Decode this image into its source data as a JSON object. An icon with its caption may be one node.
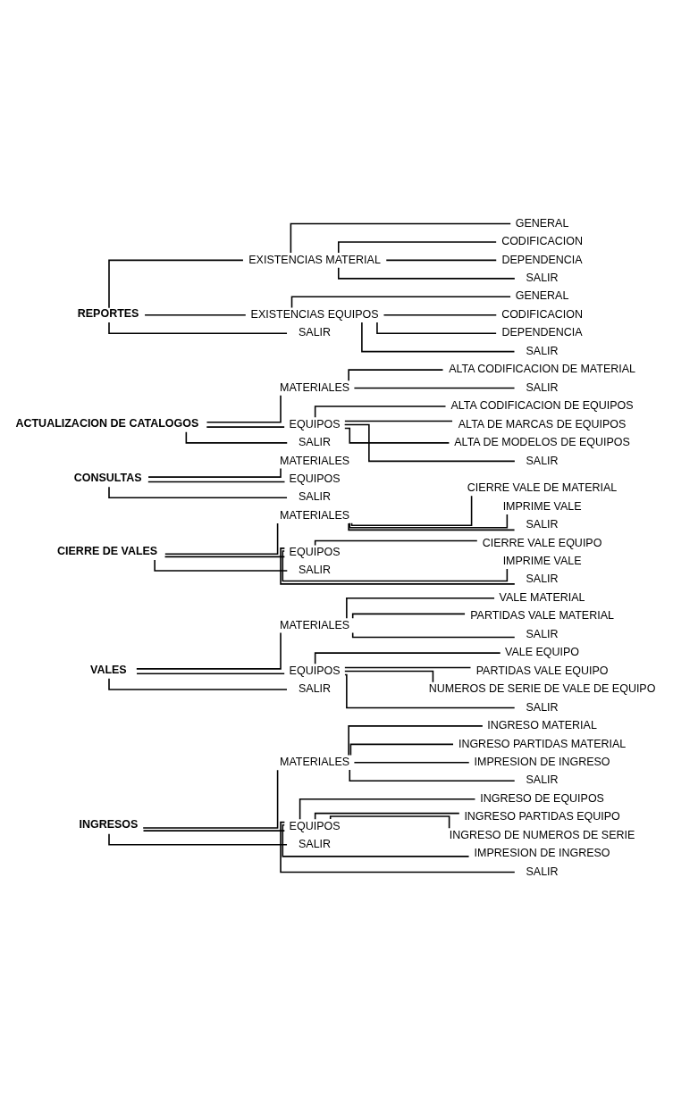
{
  "diagram": {
    "nodes": [
      {
        "text": [
          "INGRESOS"
        ]
      },
      {
        "text": [
          "MATERIALES"
        ]
      },
      {
        "text": [
          "INGRESO MATERIAL"
        ]
      },
      {
        "text": [
          "INGRESO PARTIDAS MATERIAL"
        ]
      },
      {
        "text": [
          "IMPRESION DE INGRESO"
        ]
      },
      {
        "text": [
          "SALIR"
        ]
      },
      {
        "text": [
          "EQUIPOS"
        ]
      },
      {
        "text": [
          "INGRESO DE EQUIPOS"
        ]
      },
      {
        "text": [
          "INGRESO PARTIDAS EQUIPO"
        ]
      },
      {
        "text": [
          "INGRESO DE NUMEROS DE SERIE"
        ]
      },
      {
        "text": [
          "IMPRESION DE INGRESO"
        ]
      },
      {
        "text": [
          "SALIR"
        ]
      },
      {
        "text": [
          "SALIR"
        ]
      },
      {
        "text": [
          "VALES"
        ]
      },
      {
        "text": [
          "MATERIALES"
        ]
      },
      {
        "text": [
          "VALE MATERIAL"
        ]
      },
      {
        "text": [
          "PARTIDAS VALE MATERIAL"
        ]
      },
      {
        "text": [
          "SALIR"
        ]
      },
      {
        "text": [
          "EQUIPOS"
        ]
      },
      {
        "text": [
          "VALE EQUIPO"
        ]
      },
      {
        "text": [
          "PARTIDAS VALE EQUIPO"
        ]
      },
      {
        "text": [
          "NUMEROS DE SERIE DE VALE DE EQUIPO"
        ]
      },
      {
        "text": [
          "SALIR"
        ]
      },
      {
        "text": [
          "SALIR"
        ]
      },
      {
        "text": [
          "CIERRE DE VALES"
        ]
      },
      {
        "text": [
          "MATERIALES"
        ]
      },
      {
        "text": [
          "CIERRE VALE DE MATERIAL"
        ]
      },
      {
        "text": [
          "IMPRIME VALE"
        ]
      },
      {
        "text": [
          "SALIR"
        ]
      },
      {
        "text": [
          "EQUIPOS"
        ]
      },
      {
        "text": [
          "CIERRE VALE EQUIPO"
        ]
      },
      {
        "text": [
          "IMPRIME VALE"
        ]
      },
      {
        "text": [
          "SALIR"
        ]
      },
      {
        "text": [
          "SALIR"
        ]
      },
      {
        "text": [
          "CONSULTAS"
        ]
      },
      {
        "text": [
          "MATERIALES"
        ]
      },
      {
        "text": [
          "EQUIPOS"
        ]
      },
      {
        "text": [
          "SALIR"
        ]
      },
      {
        "text": [
          "ACTUALIZACION DE CATALOGOS"
        ]
      },
      {
        "text": [
          "MATERIALES"
        ]
      },
      {
        "text": [
          "ALTA CODIFICACION DE MATERIAL"
        ]
      },
      {
        "text": [
          "SALIR"
        ]
      },
      {
        "text": [
          "EQUIPOS"
        ]
      },
      {
        "text": [
          "ALTA CODIFICACION DE EQUIPOS"
        ]
      },
      {
        "text": [
          "ALTA DE MARCAS DE EQUIPOS"
        ]
      },
      {
        "text": [
          "ALTA DE MODELOS DE EQUIPOS"
        ]
      },
      {
        "text": [
          "SALIR"
        ]
      },
      {
        "text": [
          "SALIR"
        ]
      },
      {
        "text": [
          "REPORTES"
        ]
      },
      {
        "text": [
          "EXISTENCIAS MATERIAL"
        ]
      },
      {
        "text": [
          "GENERAL"
        ]
      },
      {
        "text": [
          "CODIFICACION"
        ]
      },
      {
        "text": [
          "DEPENDENCIA"
        ]
      },
      {
        "text": [
          "SALIR"
        ]
      },
      {
        "text": [
          "EXISTENCIAS EQUIPOS"
        ]
      },
      {
        "text": [
          "GENERAL"
        ]
      },
      {
        "text": [
          "CODIFICACION"
        ]
      },
      {
        "text": [
          "DEPENDENCIA"
        ]
      },
      {
        "text": [
          "SALIR"
        ]
      },
      {
        "text": [
          "SALIR"
        ]
      }
    ],
    "edges": [
      {
        "from": 0,
        "to": 1,
        "arrow": "none"
      },
      {
        "from": 1,
        "to": 2,
        "arrow": "none"
      },
      {
        "from": 1,
        "to": 3,
        "arrow": "none"
      },
      {
        "from": 1,
        "to": 4,
        "arrow": "none"
      },
      {
        "from": 1,
        "to": 5,
        "arrow": "none"
      },
      {
        "from": 0,
        "to": 6,
        "arrow": "none"
      },
      {
        "from": 6,
        "to": 7,
        "arrow": "none"
      },
      {
        "from": 6,
        "to": 8,
        "arrow": "none"
      },
      {
        "from": 6,
        "to": 9,
        "arrow": "none"
      },
      {
        "from": 6,
        "to": 10,
        "arrow": "none"
      },
      {
        "from": 6,
        "to": 11,
        "arrow": "none"
      },
      {
        "from": 0,
        "to": 12,
        "arrow": "none"
      },
      {
        "from": 13,
        "to": 14,
        "arrow": "none"
      },
      {
        "from": 14,
        "to": 15,
        "arrow": "none"
      },
      {
        "from": 14,
        "to": 16,
        "arrow": "none"
      },
      {
        "from": 14,
        "to": 17,
        "arrow": "none"
      },
      {
        "from": 13,
        "to": 18,
        "arrow": "none"
      },
      {
        "from": 18,
        "to": 19,
        "arrow": "none"
      },
      {
        "from": 18,
        "to": 20,
        "arrow": "none"
      },
      {
        "from": 18,
        "to": 21,
        "arrow": "none"
      },
      {
        "from": 18,
        "to": 22,
        "arrow": "none"
      },
      {
        "from": 13,
        "to": 23,
        "arrow": "none"
      },
      {
        "from": 24,
        "to": 25,
        "arrow": "none"
      },
      {
        "from": 25,
        "to": 26,
        "arrow": "none"
      },
      {
        "from": 25,
        "to": 27,
        "arrow": "none"
      },
      {
        "from": 25,
        "to": 28,
        "arrow": "none"
      },
      {
        "from": 24,
        "to": 29,
        "arrow": "none"
      },
      {
        "from": 29,
        "to": 30,
        "arrow": "none"
      },
      {
        "from": 29,
        "to": 31,
        "arrow": "none"
      },
      {
        "from": 29,
        "to": 32,
        "arrow": "none"
      },
      {
        "from": 24,
        "to": 33,
        "arrow": "none"
      },
      {
        "from": 34,
        "to": 35,
        "arrow": "none"
      },
      {
        "from": 34,
        "to": 36,
        "arrow": "none"
      },
      {
        "from": 34,
        "to": 37,
        "arrow": "none"
      },
      {
        "from": 38,
        "to": 39,
        "arrow": "none"
      },
      {
        "from": 39,
        "to": 40,
        "arrow": "none"
      },
      {
        "from": 39,
        "to": 41,
        "arrow": "none"
      },
      {
        "from": 38,
        "to": 42,
        "arrow": "none"
      },
      {
        "from": 42,
        "to": 43,
        "arrow": "none"
      },
      {
        "from": 42,
        "to": 44,
        "arrow": "none"
      },
      {
        "from": 42,
        "to": 45,
        "arrow": "none"
      },
      {
        "from": 42,
        "to": 46,
        "arrow": "none"
      },
      {
        "from": 38,
        "to": 47,
        "arrow": "none"
      },
      {
        "from": 48,
        "to": 49,
        "arrow": "none"
      },
      {
        "from": 49,
        "to": 50,
        "arrow": "none"
      },
      {
        "from": 49,
        "to": 51,
        "arrow": "none"
      },
      {
        "from": 49,
        "to": 52,
        "arrow": "none"
      },
      {
        "from": 49,
        "to": 53,
        "arrow": "none"
      },
      {
        "from": 48,
        "to": 54,
        "arrow": "none"
      },
      {
        "from": 54,
        "to": 55,
        "arrow": "none"
      },
      {
        "from": 54,
        "to": 56,
        "arrow": "none"
      },
      {
        "from": 54,
        "to": 57,
        "arrow": "none"
      },
      {
        "from": 54,
        "to": 58,
        "arrow": "none"
      },
      {
        "from": 48,
        "to": 59,
        "arrow": "none"
      }
    ]
  }
}
